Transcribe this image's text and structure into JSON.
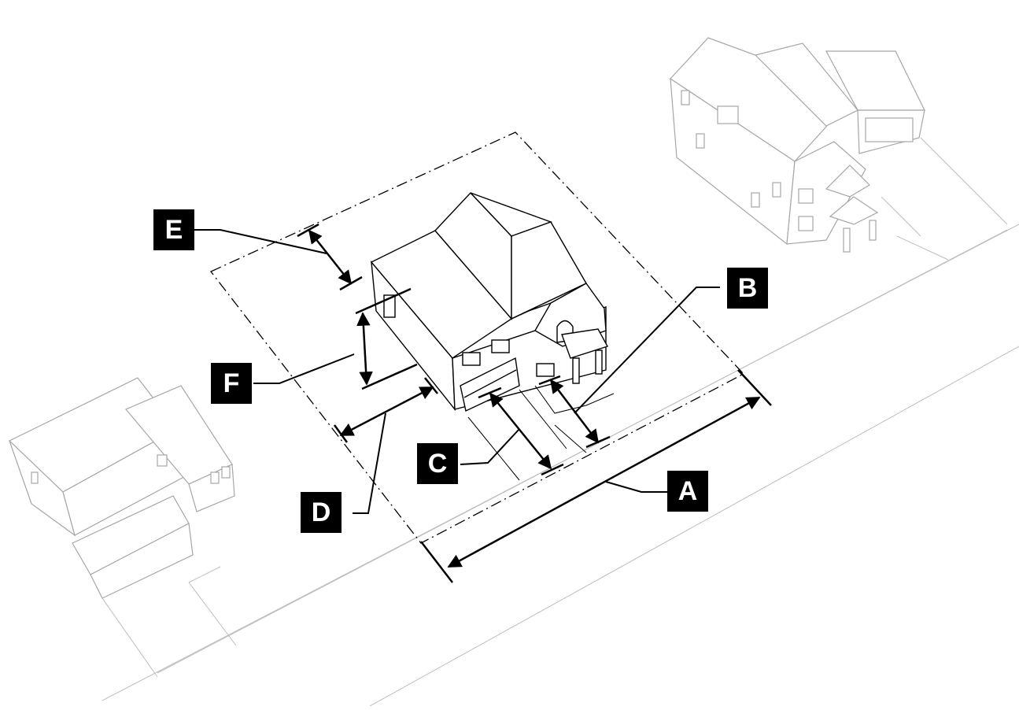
{
  "diagram": {
    "labels": {
      "a": "A",
      "b": "B",
      "c": "C",
      "d": "D",
      "e": "E",
      "f": "F"
    },
    "colors": {
      "ink": "#000000",
      "faded": "#a6a6a6",
      "road": "#bdbdbd",
      "label_bg": "#000000",
      "label_text": "#ffffff"
    }
  }
}
